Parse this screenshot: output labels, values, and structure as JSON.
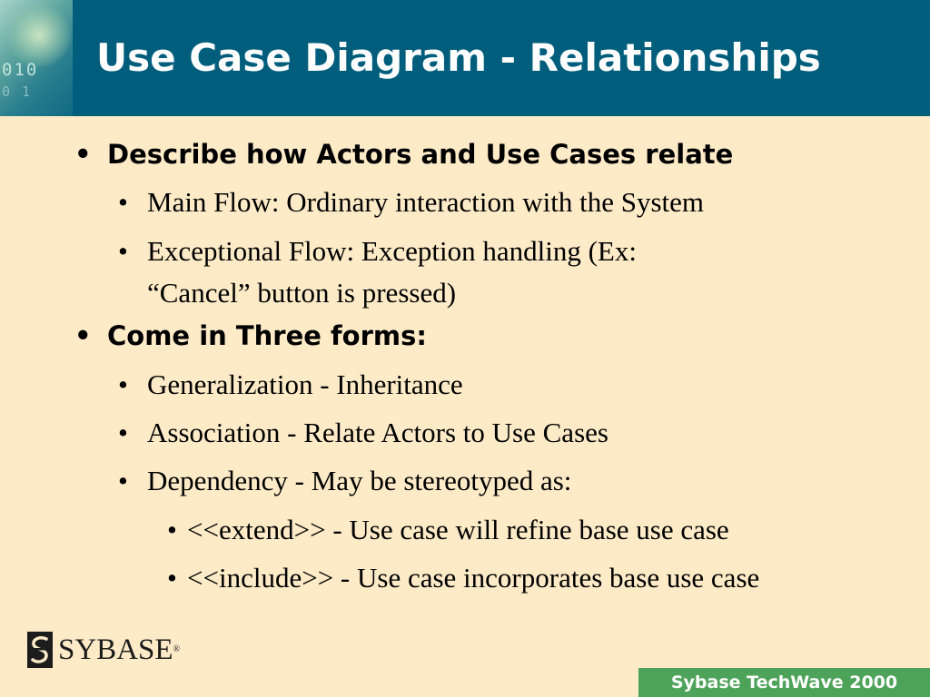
{
  "slide": {
    "title": "Use Case Diagram - Relationships",
    "bullets": [
      {
        "level": 1,
        "bullet": "•",
        "text": "Describe how Actors and Use Cases relate"
      },
      {
        "level": 2,
        "bullet": "•",
        "text": "Main Flow:  Ordinary interaction with the System"
      },
      {
        "level": 2,
        "bullet": "•",
        "text": "Exceptional Flow:  Exception handling (Ex:"
      },
      {
        "level": 2,
        "bullet": "",
        "text": "“Cancel” button is pressed)"
      },
      {
        "level": 1,
        "bullet": "•",
        "text": "Come in Three forms:"
      },
      {
        "level": 2,
        "bullet": "•",
        "text": "Generalization - Inheritance"
      },
      {
        "level": 2,
        "bullet": "•",
        "text": "Association - Relate Actors to Use Cases"
      },
      {
        "level": 2,
        "bullet": "•",
        "text": "Dependency - May be stereotyped as:"
      },
      {
        "level": 3,
        "bullet": "•",
        "text": "<<extend>> - Use case will refine base use case"
      },
      {
        "level": 3,
        "bullet": "•",
        "text": "<<include>> - Use case incorporates base use case"
      }
    ]
  },
  "header_art": {
    "digits_row1": "010",
    "digits_row2": "0 1"
  },
  "logo": {
    "text": "SYBASE",
    "trademark": "®",
    "icon": "sybase-logo-icon"
  },
  "footer": {
    "text": "Sybase TechWave 2000"
  },
  "colors": {
    "background": "#fdebc8",
    "header": "#005e7c",
    "footer_band": "#4ea35a",
    "title_text": "#ffffff"
  }
}
